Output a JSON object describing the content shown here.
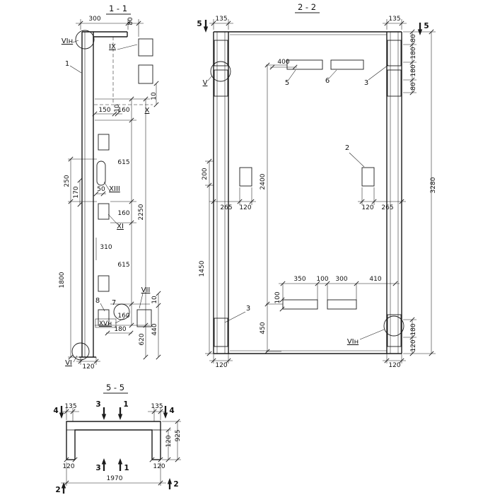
{
  "drawing": {
    "s11": {
      "title": "1 - 1",
      "dims": {
        "top_300": "300",
        "top_80": "80",
        "r10_top": "10",
        "w150": "150",
        "w10": "10",
        "c160a": "160",
        "c615a": "615",
        "c160b": "160",
        "c615b": "615",
        "c160c": "160",
        "total_2250": "2250",
        "left_250": "250",
        "left_1800": "1800",
        "left_170": "170",
        "slot_50": "50",
        "mid_310": "310",
        "low_10": "10",
        "low_440": "440",
        "low_620": "620",
        "low_180": "180",
        "bot_120": "120"
      },
      "marks": {
        "vi_top": "VIн",
        "part1": "1",
        "ix": "IX",
        "x": "X",
        "xiii": "XIII",
        "xi": "XI",
        "part8": "8",
        "part7": "7",
        "vii": "VII",
        "xv": "XVн",
        "vi_bot": "VI"
      }
    },
    "s22": {
      "title": "2 - 2",
      "dims": {
        "l135": "135",
        "r135": "135",
        "r80a": "80",
        "r180a": "180",
        "r180b": "180",
        "r80b": "80",
        "total_3280": "3280",
        "l200": "200",
        "l1450": "1450",
        "mid_2400": "2400",
        "top_400": "400",
        "pl265": "265",
        "pl120": "120",
        "pr120": "120",
        "pr265": "265",
        "b350": "350",
        "b100": "100",
        "b300": "300",
        "b410": "410",
        "v100": "100",
        "v450": "450",
        "rb180": "180",
        "rb120": "120",
        "bl120": "120",
        "br120": "120"
      },
      "marks": {
        "cut5l": "5",
        "cut5r": "5",
        "v": "V",
        "bar5": "5",
        "bar6": "6",
        "p3t": "3",
        "p2": "2",
        "p3b": "3",
        "vi_bot": "VIн"
      }
    },
    "s55": {
      "title": "5 - 5",
      "dims": {
        "l135": "135",
        "r135": "135",
        "v120": "120",
        "v925": "925",
        "bl120": "120",
        "br120": "120",
        "total_1970": "1970"
      },
      "marks": {
        "cut4l": "4",
        "cut4r": "4",
        "c3t": "3",
        "c1t": "1",
        "c3b": "3",
        "c1b": "1",
        "c2l": "2",
        "c2r": "2"
      }
    }
  }
}
